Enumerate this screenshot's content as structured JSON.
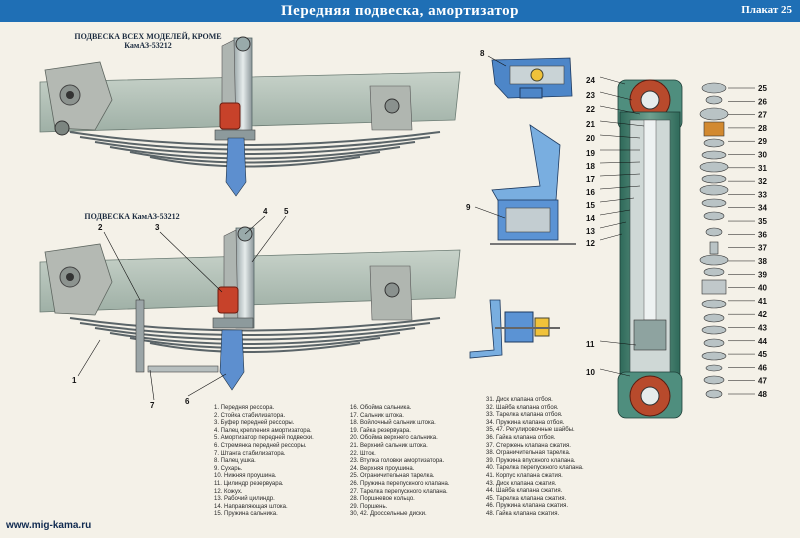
{
  "header": {
    "title": "Передняя подвеска, амортизатор",
    "plakat": "Плакат 25"
  },
  "heading1": {
    "line1": "ПОДВЕСКА ВСЕХ МОДЕЛЕЙ, КРОМЕ",
    "line2": "КамАЗ-53212"
  },
  "heading2": "ПОДВЕСКА КамАЗ-53212",
  "callouts_lower": [
    "1",
    "2",
    "3",
    "4",
    "5",
    "6",
    "7"
  ],
  "callout_8": "8",
  "callout_9": "9",
  "shock_left_numbers": [
    "24",
    "23",
    "22",
    "21",
    "20",
    "19",
    "18",
    "17",
    "16",
    "15",
    "14",
    "13",
    "12",
    "11",
    "10"
  ],
  "shock_right_numbers": [
    "25",
    "26",
    "27",
    "28",
    "29",
    "30",
    "31",
    "32",
    "33",
    "34",
    "35",
    "36",
    "37",
    "38",
    "39",
    "40",
    "41",
    "42",
    "43",
    "44",
    "45",
    "46",
    "47",
    "48"
  ],
  "legend": {
    "col1": [
      "1. Передняя рессора.",
      "2. Стойка стабилизатора.",
      "3. Буфер передней рессоры.",
      "4. Палец крепления амортизатора.",
      "5. Амортизатор передней подвески.",
      "6. Стремянка передней рессоры.",
      "7. Штанга стабилизатора.",
      "8. Палец ушка.",
      "9. Сухарь.",
      "10. Нижняя проушина.",
      "11. Цилиндр резервуара.",
      "12. Кожух.",
      "13. Рабочий цилиндр.",
      "14. Направляющая штока.",
      "15. Пружина сальника."
    ],
    "col2": [
      "16. Обойма сальника.",
      "17. Сальник штока.",
      "18. Войлочный сальник штока.",
      "19. Гайка резервуара.",
      "20. Обойма верхнего сальника.",
      "21. Верхний сальник штока.",
      "22. Шток.",
      "23. Втулка головки амортизатора.",
      "24. Верхняя проушина.",
      "25. Ограничительная тарелка.",
      "26. Пружина перепускного клапана.",
      "27. Тарелка перепускного клапана.",
      "28. Поршневое кольцо.",
      "29. Поршень.",
      "30, 42. Дроссельные диски."
    ],
    "col3": [
      "31. Диск клапана отбоя.",
      "32. Шайба клапана отбоя.",
      "33. Тарелка клапана отбоя.",
      "34. Пружина клапана отбоя.",
      "35, 47. Регулировочные шайбы.",
      "36. Гайка клапана отбоя.",
      "37. Стержень клапана сжатия.",
      "38. Ограничительная тарелка.",
      "39. Пружина впускного клапана.",
      "40. Тарелка перепускного клапана.",
      "41. Корпус клапана сжатия.",
      "43. Диск клапана сжатия.",
      "44. Шайба клапана сжатия.",
      "45. Тарелка клапана сжатия.",
      "46. Пружина клапана сжатия.",
      "48. Гайка клапана сжатия."
    ]
  },
  "footer_url": "www.mig-kama.ru"
}
